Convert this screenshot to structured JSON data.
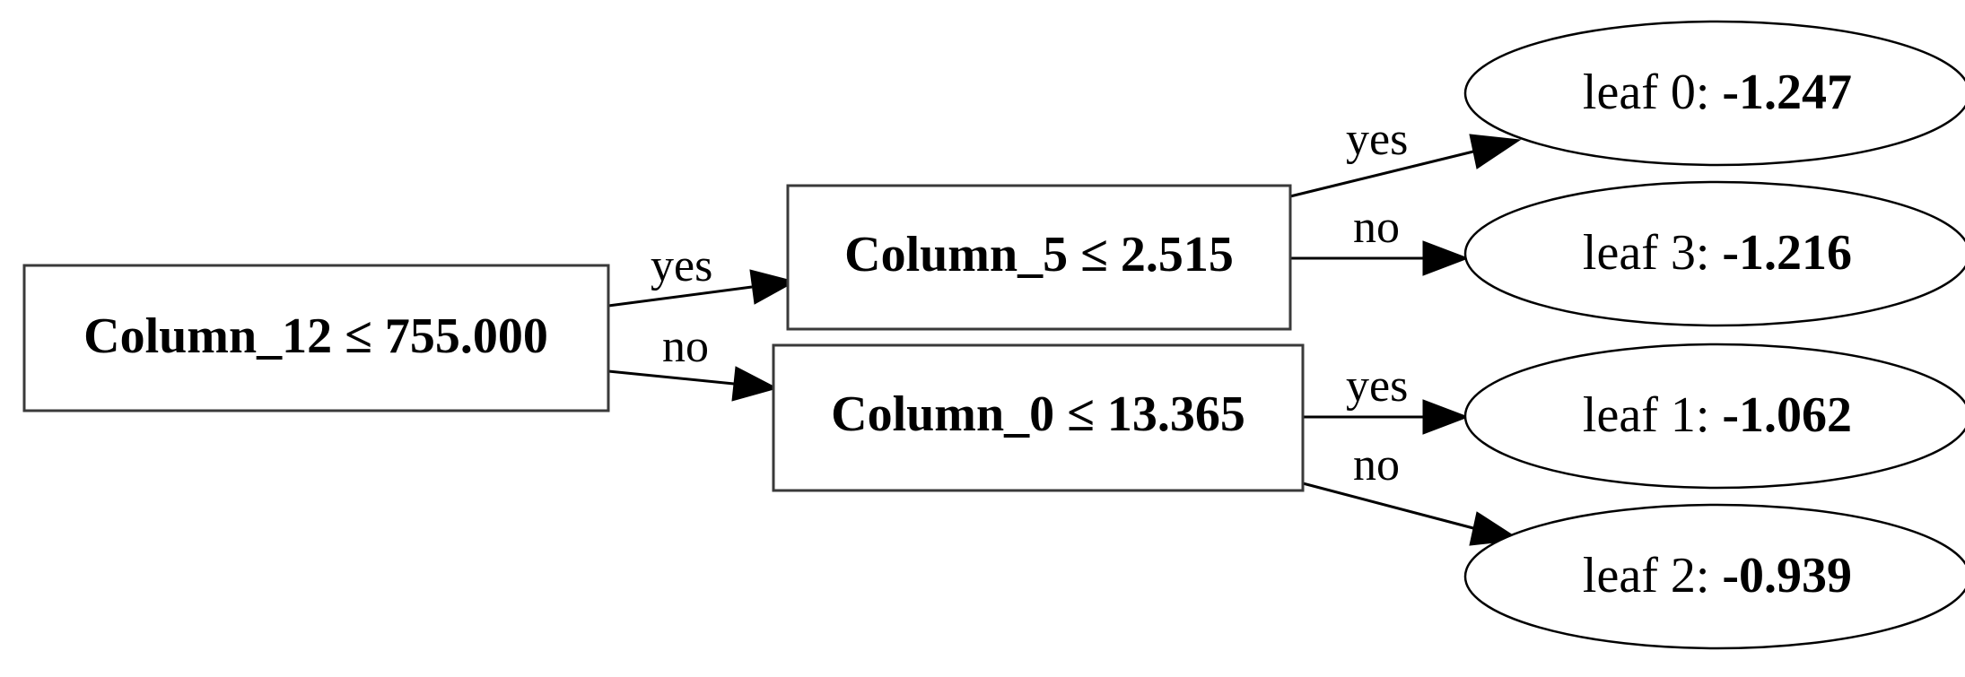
{
  "tree": {
    "splits": [
      {
        "id": "split-root",
        "feature": "Column_12",
        "op": "≤",
        "threshold": "755.000"
      },
      {
        "id": "split-col5",
        "feature": "Column_5",
        "op": "≤",
        "threshold": "2.515"
      },
      {
        "id": "split-col0",
        "feature": "Column_0",
        "op": "≤",
        "threshold": "13.365"
      }
    ],
    "leaves": [
      {
        "id": "leaf-0",
        "label": "leaf 0: ",
        "value": "-1.247"
      },
      {
        "id": "leaf-3",
        "label": "leaf 3: ",
        "value": "-1.216"
      },
      {
        "id": "leaf-1",
        "label": "leaf 1: ",
        "value": "-1.062"
      },
      {
        "id": "leaf-2",
        "label": "leaf 2: ",
        "value": "-0.939"
      }
    ],
    "edges": [
      {
        "from": "split-root",
        "to": "split-col5",
        "label": "yes"
      },
      {
        "from": "split-root",
        "to": "split-col0",
        "label": "no"
      },
      {
        "from": "split-col5",
        "to": "leaf-0",
        "label": "yes"
      },
      {
        "from": "split-col5",
        "to": "leaf-3",
        "label": "no"
      },
      {
        "from": "split-col0",
        "to": "leaf-1",
        "label": "yes"
      },
      {
        "from": "split-col0",
        "to": "leaf-2",
        "label": "no"
      }
    ]
  }
}
